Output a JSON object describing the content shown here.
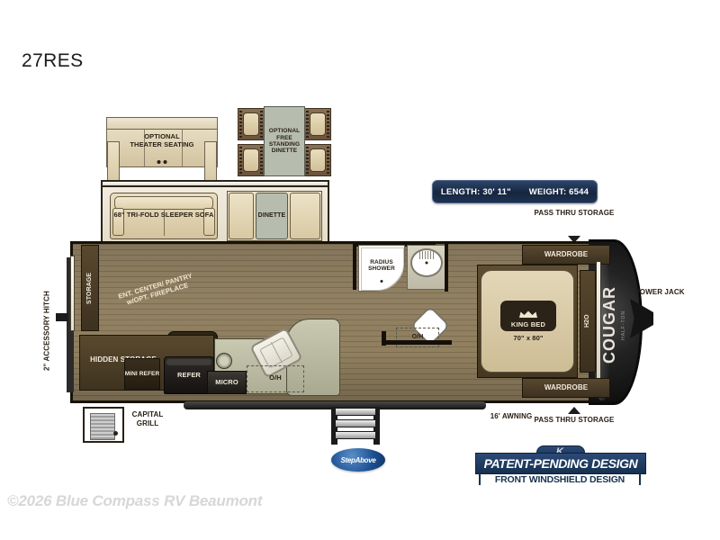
{
  "page": {
    "model": "27RES",
    "copyright": "©2026 Blue Compass RV Beaumont"
  },
  "specs": {
    "length_label": "LENGTH: 30' 11\"",
    "weight_label": "WEIGHT: 6544",
    "accent_navy": "#16263f"
  },
  "optional_items": {
    "theater_seating": "OPTIONAL\nTHEATER SEATING",
    "theater_seating_line1": "OPTIONAL",
    "theater_seating_line2": "THEATER SEATING",
    "free_standing_dinette": "OPTIONAL FREE STANDING DINETTE"
  },
  "floorplan_labels": {
    "accessory_hitch": "2\" ACCESSORY HITCH",
    "storage": "STORAGE",
    "ent_center": "ENT. CENTER/ PANTRY w/OPT. FIREPLACE",
    "hidden_storage": "HIDDEN STORAGE",
    "mini_refer": "MINI REFER",
    "refer": "REFER",
    "micro": "MICRO",
    "oh_kitchen": "O/H",
    "oh_bath": "O/H",
    "sleeper_sofa": "68\" TRI-FOLD SLEEPER SOFA",
    "dinette": "DINETTE",
    "radius_shower": "RADIUS SHOWER",
    "wardrobe_top": "WARDROBE",
    "wardrobe_bottom": "WARDROBE",
    "king_bed": "KING BED",
    "king_bed_size": "70\" x 80\"",
    "h2o": "H2O",
    "capital_grill": "CAPITAL GRILL",
    "awning": "16' AWNING",
    "power_jack": "POWER JACK",
    "pass_thru_top": "PASS THRU STORAGE",
    "pass_thru_bottom": "PASS THRU STORAGE",
    "brand_nose": "COUGAR",
    "brand_nose_sub": "HALF-TON"
  },
  "badges": {
    "patent_main": "PATENT-PENDING DESIGN",
    "patent_sub": "FRONT WINDSHIELD DESIGN",
    "patent_mark": "K",
    "stepabove": "StepAbove"
  },
  "colors": {
    "floor_wood": "#8b7a5b",
    "cabinet_dark": "#3d3120",
    "upholstery": "#d4c49e",
    "navy": "#16304f",
    "nose_black": "#141414"
  }
}
